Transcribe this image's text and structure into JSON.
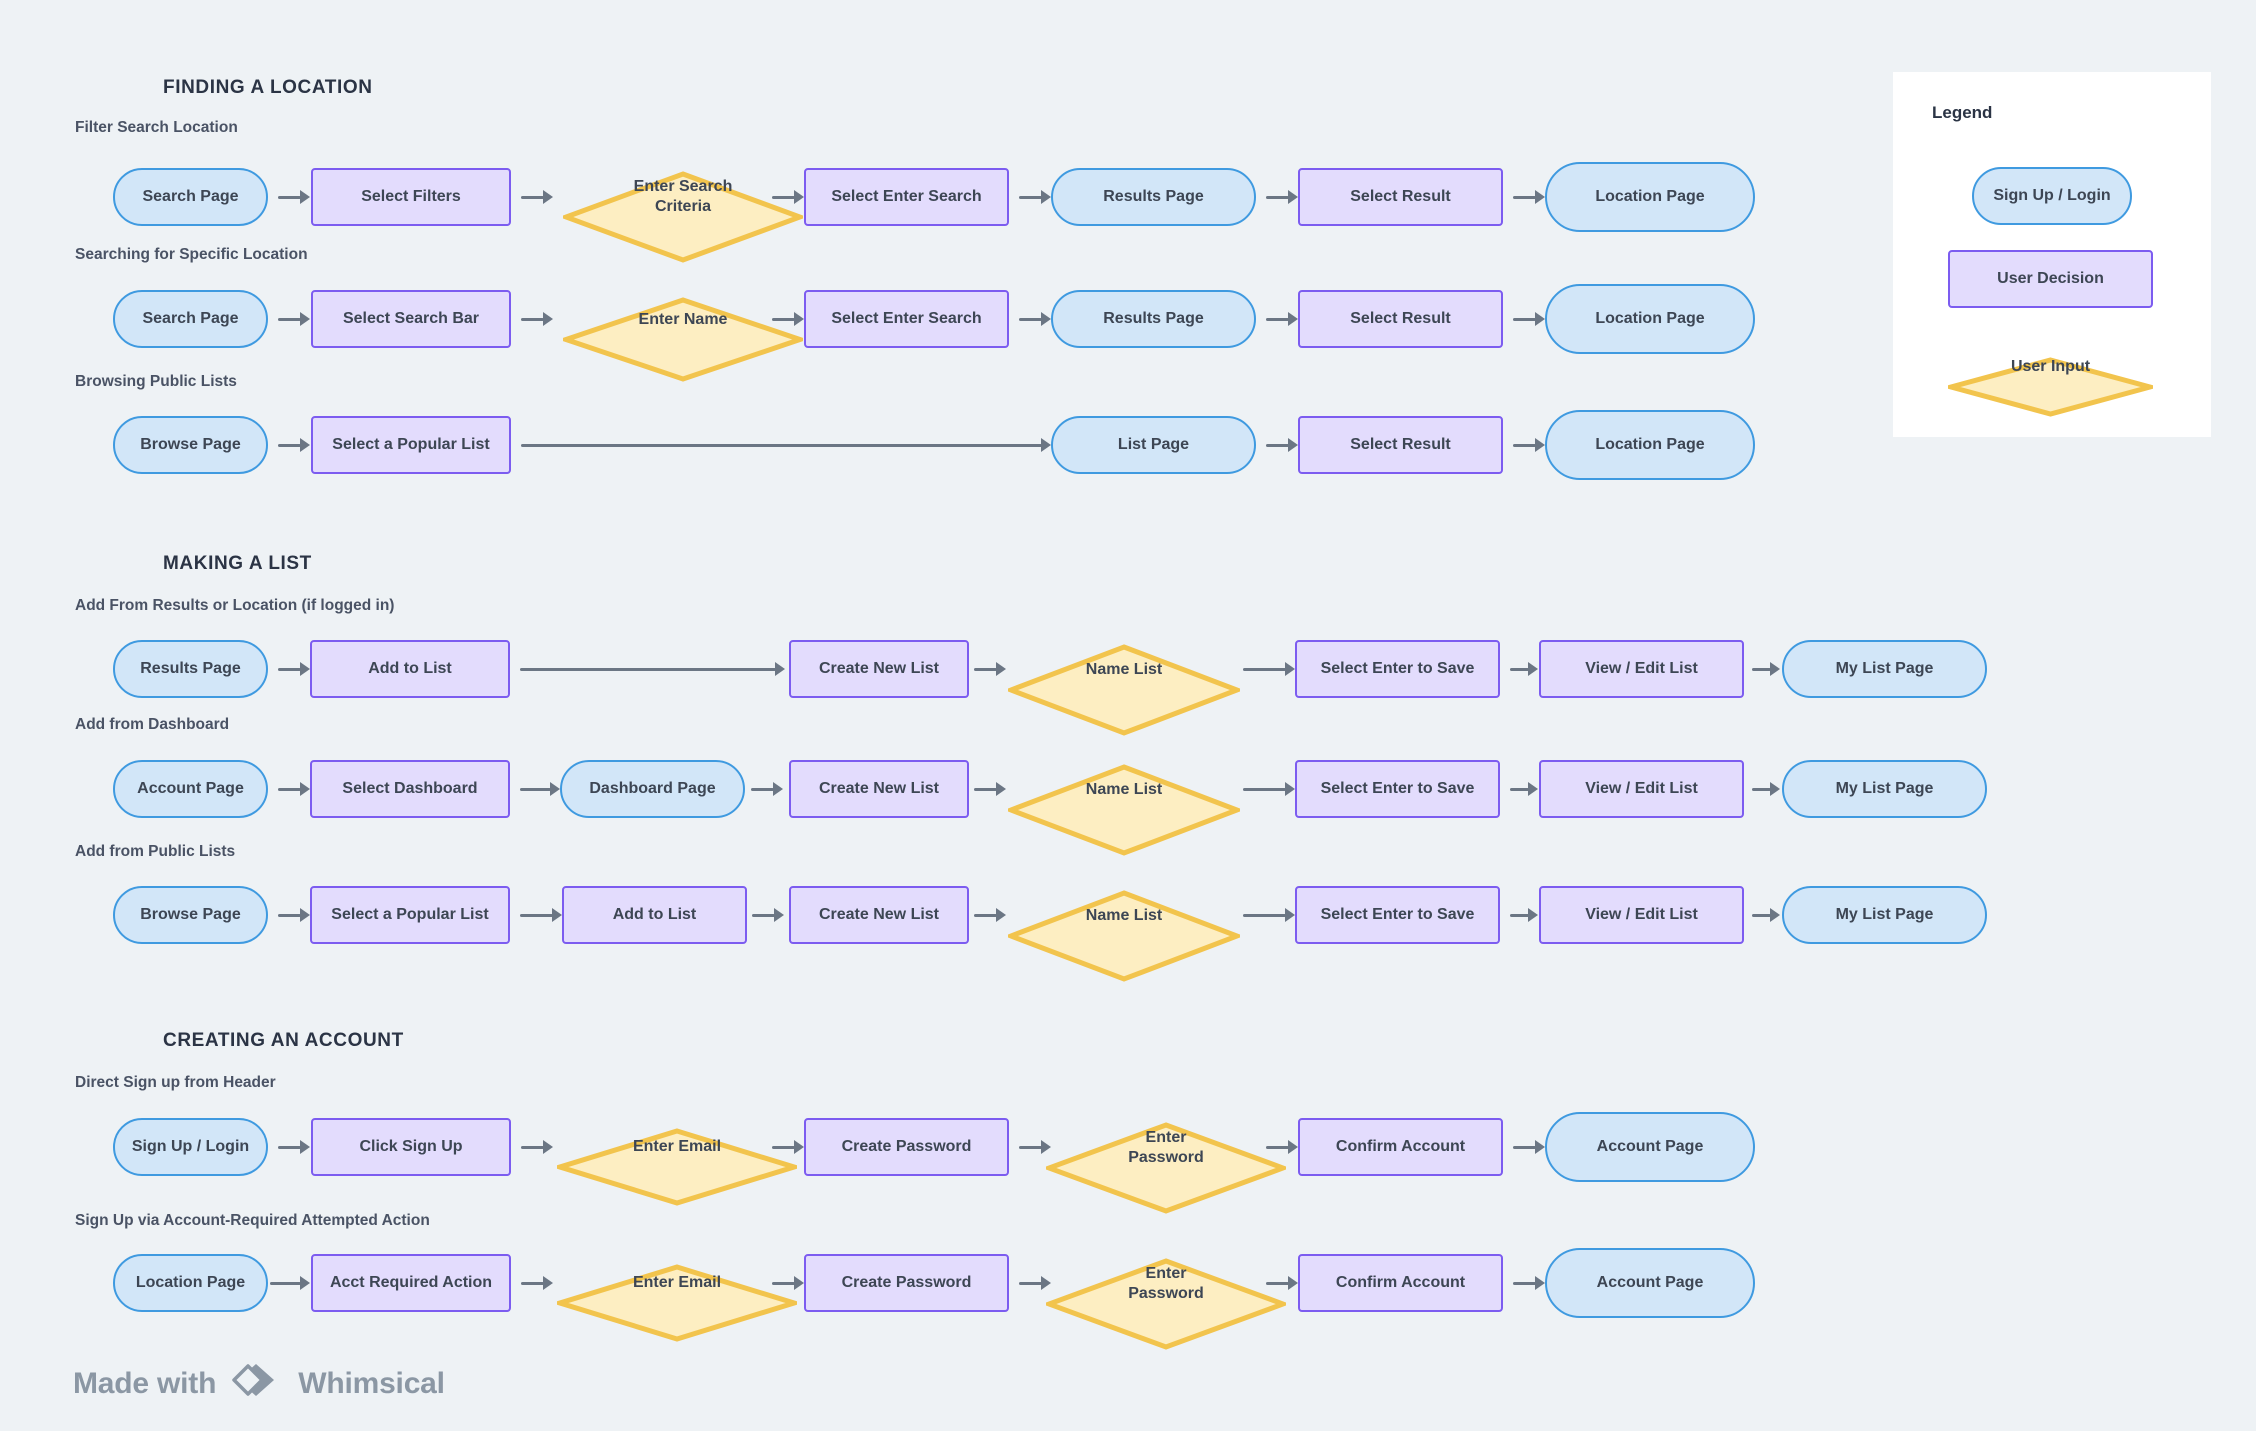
{
  "background_color": "#eef2f5",
  "palette": {
    "page_fill": "#d2e6f8",
    "page_stroke": "#3f9ae0",
    "decision_fill": "#e3dcfd",
    "decision_stroke": "#7c5cf0",
    "input_fill": "#fdeec2",
    "input_stroke": "#f3c councils",
    "input_stroke_hex": "#f2c44d",
    "arrow_color": "#6b7684",
    "text_color": "#3d4654",
    "legend_bg": "#ffffff"
  },
  "sections": [
    {
      "title": "FINDING A LOCATION",
      "rows": [
        {
          "label": "Filter Search Location",
          "nodes": [
            {
              "text": "Search Page",
              "type": "page"
            },
            {
              "text": "Select Filters",
              "type": "decision"
            },
            {
              "text": "Enter Search\nCriteria",
              "type": "input"
            },
            {
              "text": "Select Enter Search",
              "type": "decision"
            },
            {
              "text": "Results Page",
              "type": "page"
            },
            {
              "text": "Select Result",
              "type": "decision"
            },
            {
              "text": "Location Page",
              "type": "page"
            }
          ]
        },
        {
          "label": "Searching for Specific Location",
          "nodes": [
            {
              "text": "Search Page",
              "type": "page"
            },
            {
              "text": "Select Search Bar",
              "type": "decision"
            },
            {
              "text": "Enter Name",
              "type": "input"
            },
            {
              "text": "Select Enter Search",
              "type": "decision"
            },
            {
              "text": "Results Page",
              "type": "page"
            },
            {
              "text": "Select Result",
              "type": "decision"
            },
            {
              "text": "Location Page",
              "type": "page"
            }
          ]
        },
        {
          "label": "Browsing Public Lists",
          "nodes": [
            {
              "text": "Browse Page",
              "type": "page"
            },
            {
              "text": "Select a Popular List",
              "type": "decision"
            },
            {
              "text": "List Page",
              "type": "page"
            },
            {
              "text": "Select Result",
              "type": "decision"
            },
            {
              "text": "Location Page",
              "type": "page"
            }
          ]
        }
      ]
    },
    {
      "title": "MAKING A LIST",
      "rows": [
        {
          "label": "Add From Results or Location (if logged in)",
          "nodes": [
            {
              "text": "Results Page",
              "type": "page"
            },
            {
              "text": "Add to List",
              "type": "decision"
            },
            {
              "text": "Create New List",
              "type": "decision"
            },
            {
              "text": "Name List",
              "type": "input"
            },
            {
              "text": "Select Enter to Save",
              "type": "decision"
            },
            {
              "text": "View / Edit List",
              "type": "decision"
            },
            {
              "text": "My List Page",
              "type": "page"
            }
          ]
        },
        {
          "label": "Add from Dashboard",
          "nodes": [
            {
              "text": "Account Page",
              "type": "page"
            },
            {
              "text": "Select Dashboard",
              "type": "decision"
            },
            {
              "text": "Dashboard Page",
              "type": "page"
            },
            {
              "text": "Create New List",
              "type": "decision"
            },
            {
              "text": "Name List",
              "type": "input"
            },
            {
              "text": "Select Enter to Save",
              "type": "decision"
            },
            {
              "text": "View / Edit List",
              "type": "decision"
            },
            {
              "text": "My List Page",
              "type": "page"
            }
          ]
        },
        {
          "label": "Add from Public Lists",
          "nodes": [
            {
              "text": "Browse Page",
              "type": "page"
            },
            {
              "text": "Select a Popular List",
              "type": "decision"
            },
            {
              "text": "Add to List",
              "type": "decision"
            },
            {
              "text": "Create New List",
              "type": "decision"
            },
            {
              "text": "Name List",
              "type": "input"
            },
            {
              "text": "Select Enter to Save",
              "type": "decision"
            },
            {
              "text": "View / Edit List",
              "type": "decision"
            },
            {
              "text": "My List Page",
              "type": "page"
            }
          ]
        }
      ]
    },
    {
      "title": "CREATING AN ACCOUNT",
      "rows": [
        {
          "label": "Direct Sign up from Header",
          "nodes": [
            {
              "text": "Sign Up / Login",
              "type": "page"
            },
            {
              "text": "Click Sign Up",
              "type": "decision"
            },
            {
              "text": "Enter Email",
              "type": "input"
            },
            {
              "text": "Create Password",
              "type": "decision"
            },
            {
              "text": "Enter\nPassword",
              "type": "input"
            },
            {
              "text": "Confirm Account",
              "type": "decision"
            },
            {
              "text": "Account Page",
              "type": "page"
            }
          ]
        },
        {
          "label": "Sign Up via Account-Required Attempted Action",
          "nodes": [
            {
              "text": "Location Page",
              "type": "page"
            },
            {
              "text": "Acct Required Action",
              "type": "decision"
            },
            {
              "text": "Enter Email",
              "type": "input"
            },
            {
              "text": "Create Password",
              "type": "decision"
            },
            {
              "text": "Enter\nPassword",
              "type": "input"
            },
            {
              "text": "Confirm Account",
              "type": "decision"
            },
            {
              "text": "Account Page",
              "type": "page"
            }
          ]
        }
      ]
    }
  ],
  "legend": {
    "title": "Legend",
    "items": [
      {
        "text": "Sign Up / Login",
        "type": "page"
      },
      {
        "text": "User Decision",
        "type": "decision"
      },
      {
        "text": "User Input",
        "type": "input"
      }
    ]
  },
  "footer": {
    "made_with": "Made with",
    "brand": "Whimsical"
  }
}
